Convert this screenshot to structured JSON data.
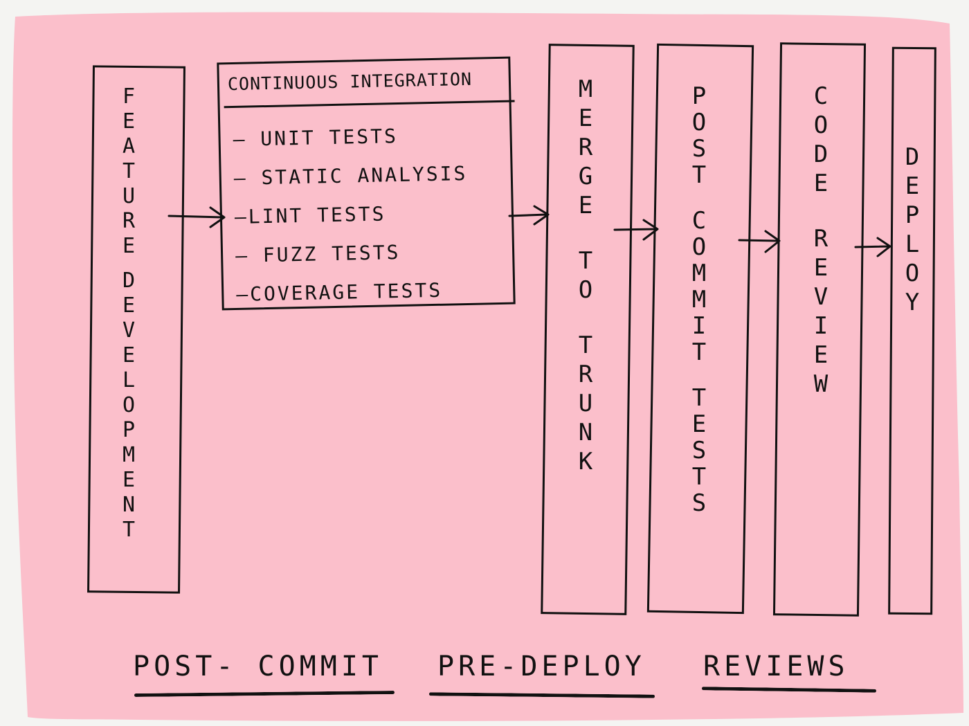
{
  "colors": {
    "paper": "#fbbfcb",
    "ink": "#111111",
    "background": "#f4f4f2"
  },
  "stages": {
    "feature_development": {
      "words": [
        "FEATURE",
        "DEVELOPMENT"
      ]
    },
    "continuous_integration": {
      "title": "CONTINUOUS INTEGRATION",
      "items": [
        "– UNIT  TESTS",
        "– STATIC  ANALYSIS",
        "–LINT  TESTS",
        "– FUZZ  TESTS",
        "–COVERAGE  TESTS"
      ]
    },
    "merge_to_trunk": {
      "words": [
        "MERGE",
        "TO",
        "TRUNK"
      ]
    },
    "post_commit_tests": {
      "words": [
        "POST",
        "COMMIT",
        "TESTS"
      ]
    },
    "code_review": {
      "words": [
        "CODE",
        "REVIEW"
      ]
    },
    "deploy": {
      "words": [
        "DEPLOY"
      ]
    }
  },
  "footer": {
    "post_commit": "POST- COMMIT",
    "pre_deploy": "PRE-DEPLOY",
    "reviews": "REVIEWS"
  }
}
